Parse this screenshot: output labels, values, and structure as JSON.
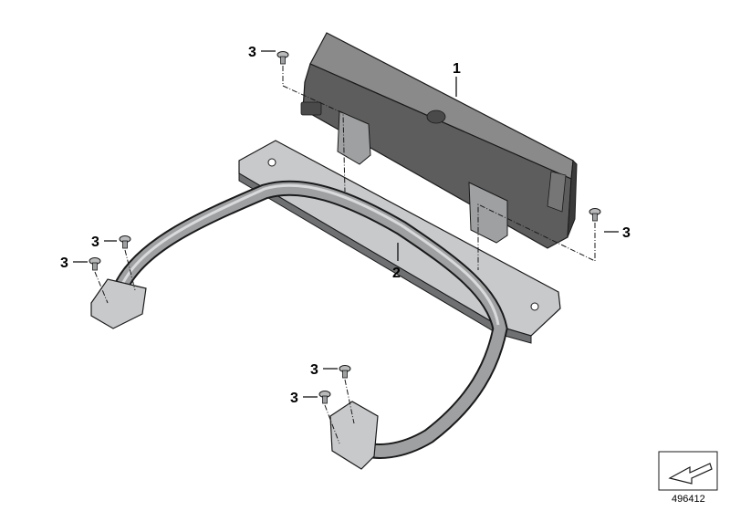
{
  "diagram": {
    "callouts": [
      {
        "label": "1"
      },
      {
        "label": "2"
      },
      {
        "label": "3"
      },
      {
        "label": "3"
      },
      {
        "label": "3"
      },
      {
        "label": "3"
      },
      {
        "label": "3"
      },
      {
        "label": "3"
      }
    ],
    "reference_number": "496412",
    "colors": {
      "module_body": "#5d5d5d",
      "module_dark": "#3a3a3a",
      "module_top": "#8a8a8a",
      "bracket": "#9ea0a2",
      "bracket_light": "#c8c9cb",
      "bracket_dark": "#6e7072",
      "screw": "#b9babc",
      "outline": "#1a1a1a"
    }
  }
}
